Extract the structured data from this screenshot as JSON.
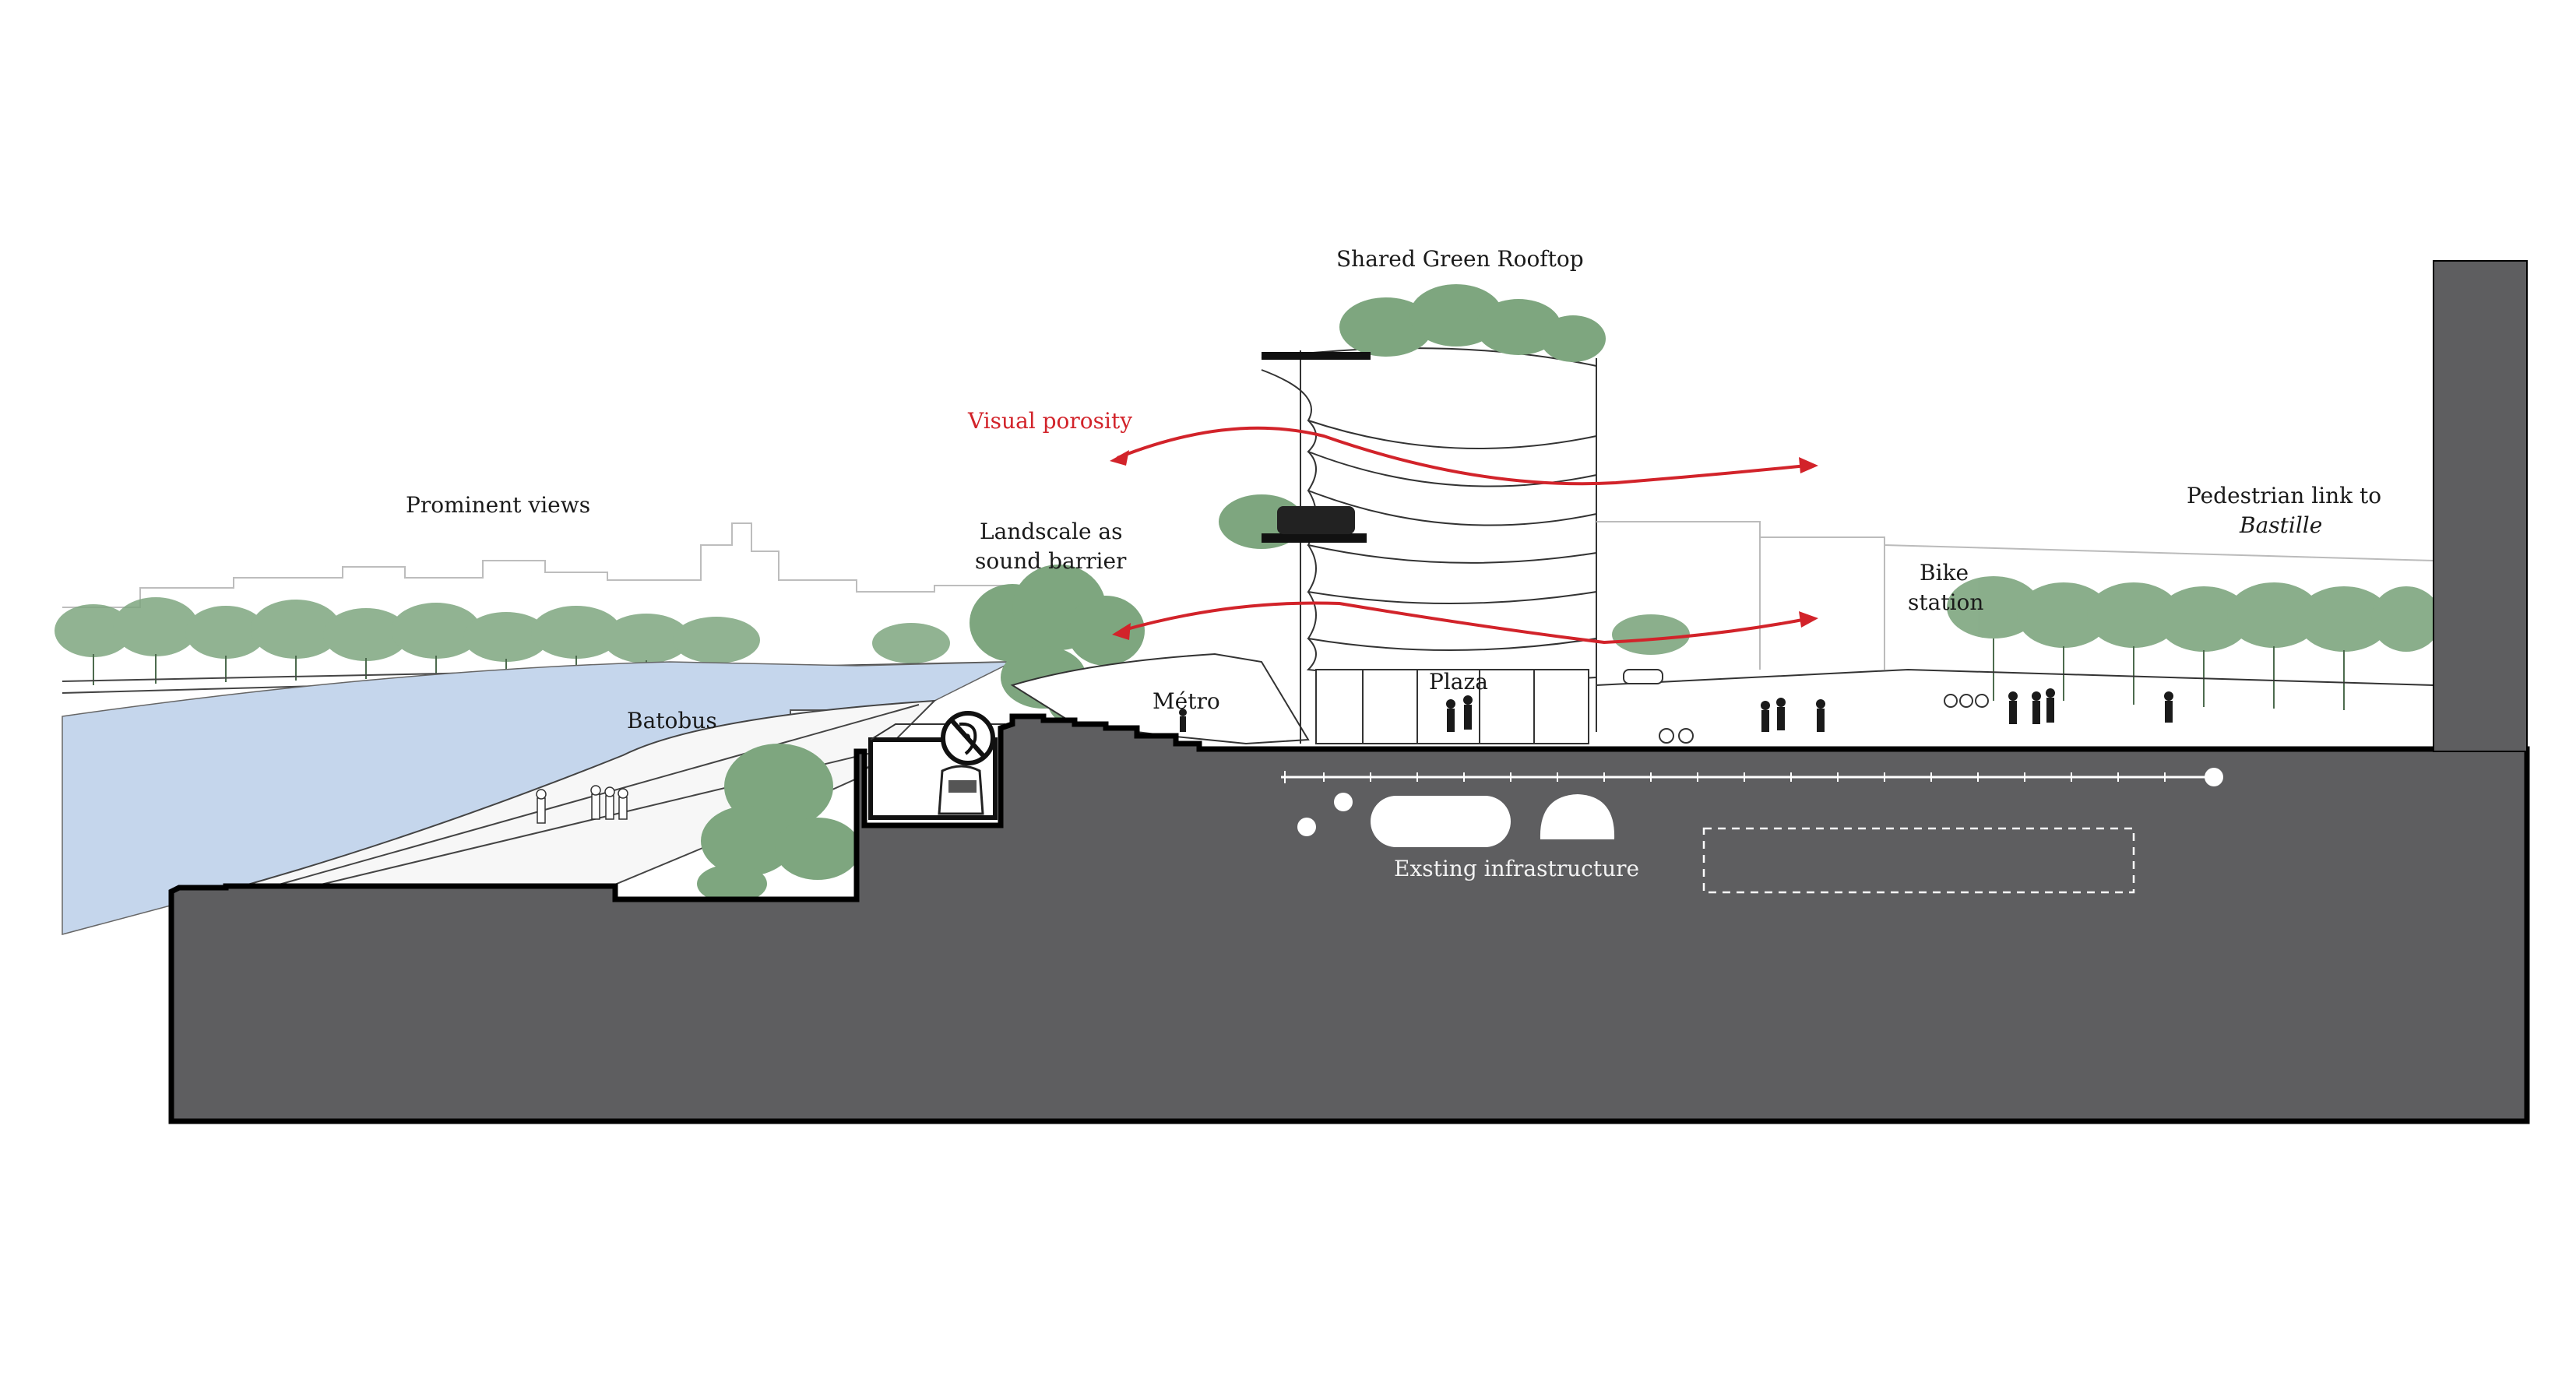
{
  "labels": {
    "rooftop": "Shared Green Rooftop",
    "visual_porosity": "Visual porosity",
    "prominent_views": "Prominent views",
    "landscale_line1": "Landscale as",
    "landscale_line2": "sound barrier",
    "pedestrian_line1": "Pedestrian link to",
    "pedestrian_line2": "Bastille",
    "bike_line1": "Bike",
    "bike_line2": "station",
    "batobus": "Batobus",
    "metro": "Métro",
    "plaza": "Plaza",
    "infrastructure": "Exsting infrastructure"
  },
  "colors": {
    "ground": "#5e5e60",
    "water": "#c5d6ec",
    "tree": "#6f9a72",
    "arrow": "#d2232a",
    "line": "#222222"
  },
  "icons": [
    "no-sound-icon",
    "metro-train-icon"
  ]
}
